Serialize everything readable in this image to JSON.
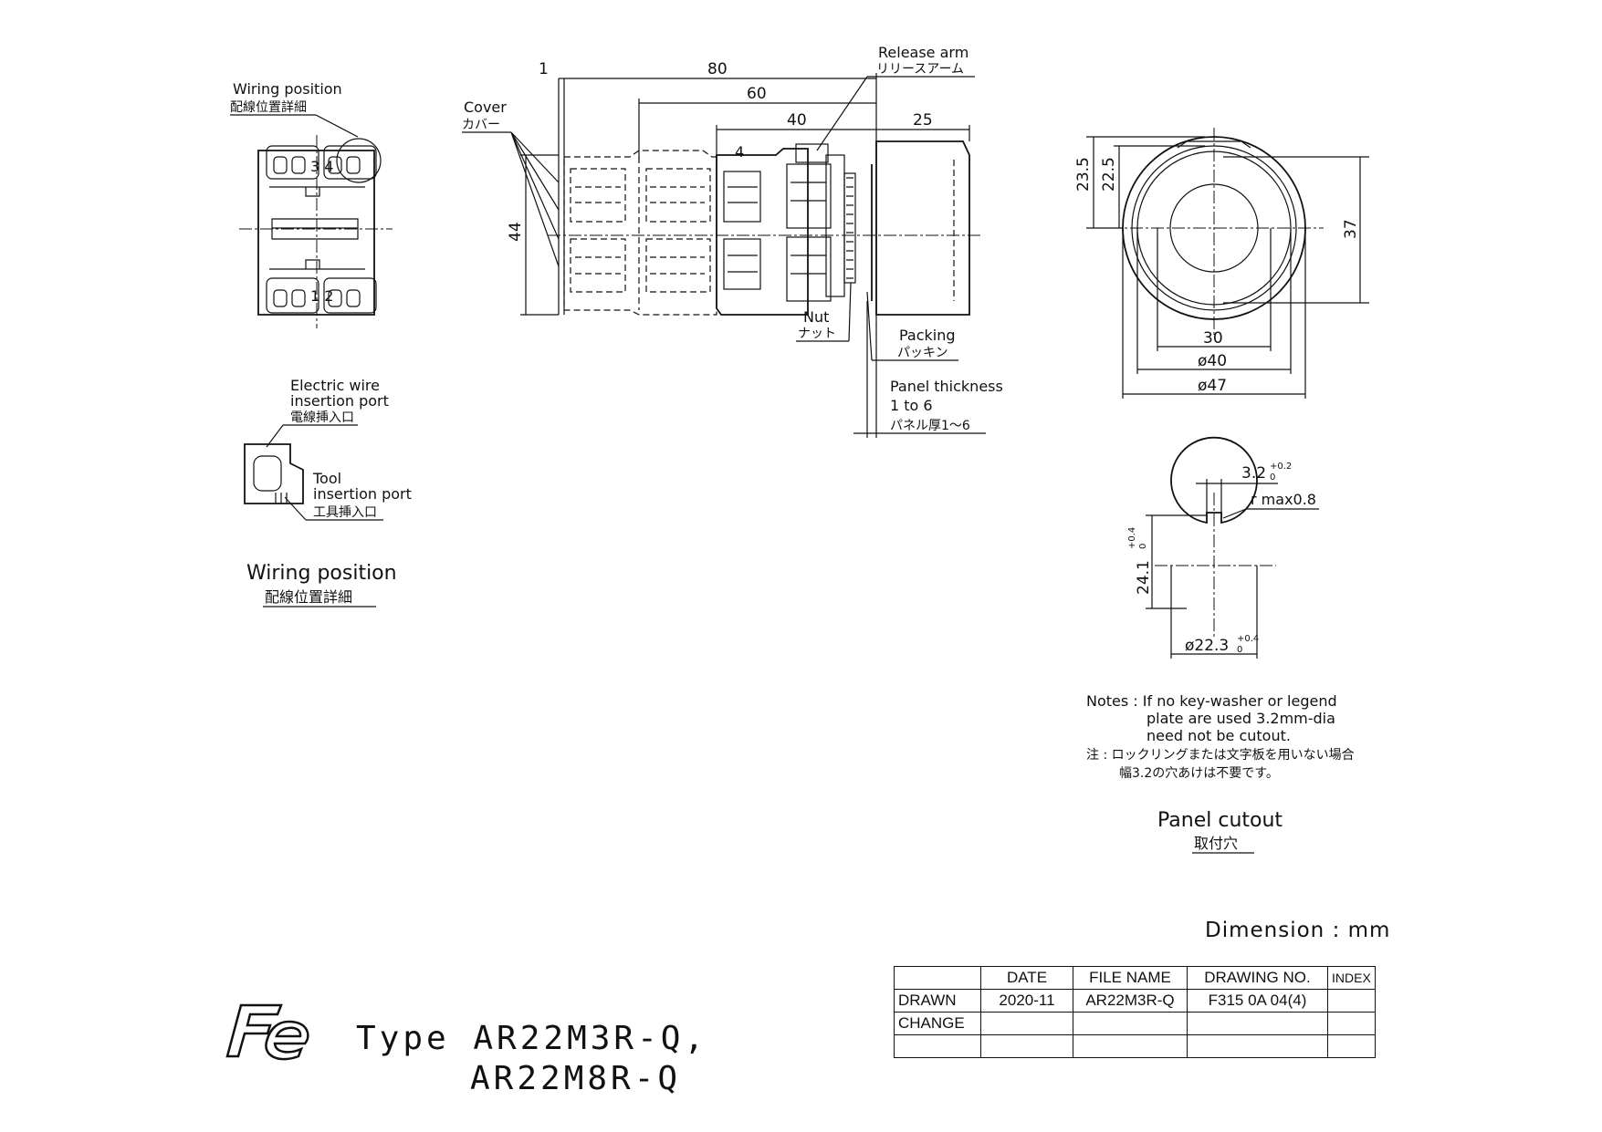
{
  "labels": {
    "wiring_position_en": "Wiring position",
    "wiring_position_ja": "配線位置詳細",
    "cover_en": "Cover",
    "cover_ja": "カバー",
    "release_arm_en": "Release arm",
    "release_arm_ja": "リリースアーム",
    "nut_en": "Nut",
    "nut_ja": "ナット",
    "packing_en": "Packing",
    "packing_ja": "パッキン",
    "panel_thickness_en": "Panel thickness",
    "panel_thickness_range": "1 to 6",
    "panel_thickness_ja": "パネル厚1～6",
    "electric_wire_1": "Electric wire",
    "electric_wire_2": "insertion port",
    "electric_wire_ja": "電線挿入口",
    "tool_1": "Tool",
    "tool_2": "insertion port",
    "tool_ja": "工具挿入口",
    "wiring_position_caption_en": "Wiring position",
    "wiring_position_caption_ja": "配線位置詳細",
    "panel_cutout_en": "Panel cutout",
    "panel_cutout_ja": "取付穴",
    "terminal_34": "3 4",
    "terminal_12": "1 2",
    "terminal_4": "4"
  },
  "dimensions": {
    "d1": "1",
    "d80": "80",
    "d60": "60",
    "d40": "40",
    "d25": "25",
    "d44": "44",
    "d23_5": "23.5",
    "d22_5": "22.5",
    "d37": "37",
    "d30": "30",
    "phi40": "ø40",
    "phi47": "ø47",
    "slot_width": "3.2",
    "slot_tol_upper": "+0.2",
    "slot_tol_lower": "0",
    "r_max": "r max0.8",
    "d24_1": "24.1",
    "d24_1_tol_upper": "+0.4",
    "d24_1_tol_lower": "0",
    "phi22_3": "ø22.3",
    "phi22_3_tol_upper": "+0.4",
    "phi22_3_tol_lower": "0"
  },
  "notes": {
    "en_1": "Notes : If no key-washer or legend",
    "en_2": "plate are used 3.2mm-dia",
    "en_3": "need not be cutout.",
    "ja_1": "注 : ロックリングまたは文字板を用いない場合",
    "ja_2": "幅3.2の穴あけは不要です。"
  },
  "dimension_unit": "Dimension : mm",
  "title_block": {
    "headers": [
      "",
      "DATE",
      "FILE NAME",
      "DRAWING NO.",
      "INDEX"
    ],
    "rows": [
      [
        "DRAWN",
        "2020-11",
        "AR22M3R-Q",
        "F315 0A 04(4)",
        ""
      ],
      [
        "CHANGE",
        "",
        "",
        "",
        ""
      ],
      [
        "",
        "",
        "",
        "",
        ""
      ]
    ]
  },
  "footer": {
    "brand_mark": "Fe",
    "type_line": "Type AR22M3R-Q,",
    "type_line_2": "AR22M8R-Q"
  }
}
